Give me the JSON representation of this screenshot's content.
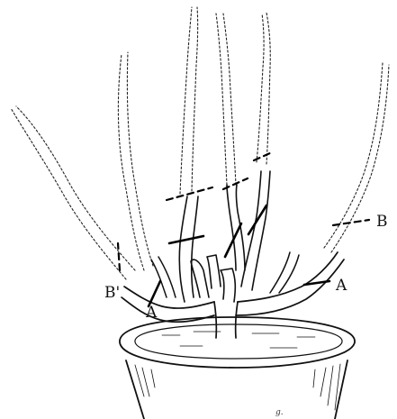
{
  "labels": {
    "a_right": "A",
    "a_left": "A",
    "b_right": "B",
    "b_left": "B'"
  },
  "artist_mark": "g.",
  "colors": {
    "ink": "#111111",
    "paper": "#ffffff"
  }
}
